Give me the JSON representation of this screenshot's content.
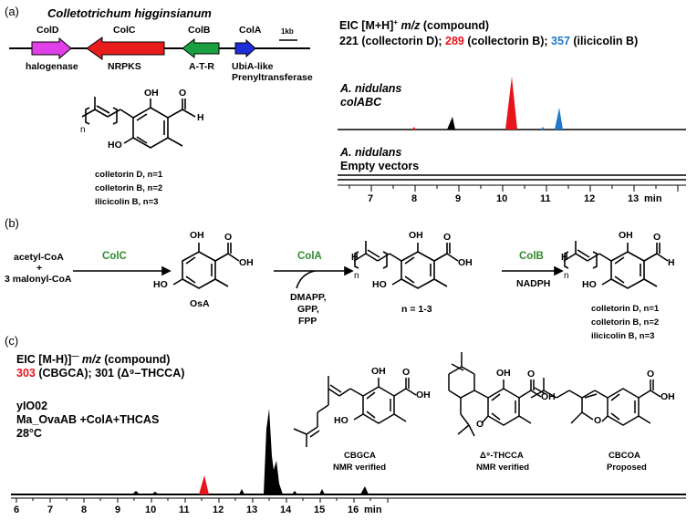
{
  "panels": {
    "a": "(a)",
    "b": "(b)",
    "c": "(c)"
  },
  "gene_cluster": {
    "organism": "Colletotrichum  higginsianum",
    "scale": "1kb",
    "genes": [
      {
        "name": "ColD",
        "function": "halogenase",
        "color": "#e040e8"
      },
      {
        "name": "ColC",
        "function": "NRPKS",
        "color": "#e81c1c"
      },
      {
        "name": "ColB",
        "function": "A-T-R",
        "color": "#1aa040"
      },
      {
        "name": "ColA",
        "function": "UbiA-like",
        "function2": "Prenyltransferase",
        "color": "#1c2ed8"
      }
    ]
  },
  "structure_a": {
    "sub": "n",
    "atoms": {
      "oh": "OH",
      "o": "O",
      "h": "H",
      "ho": "HO"
    },
    "labels": [
      "colletorin D, n=1",
      "colletorin B, n=2",
      "ilicicolin B,   n=3"
    ]
  },
  "eic_a": {
    "title_pre": "EIC [M+H]",
    "title_sup": "+",
    "title_mz": "m/z",
    "title_post": "(compound)",
    "legend_1": "221 (collectorin D);",
    "legend_2_num": "289",
    "legend_2_name": "(collectorin B);",
    "legend_3_num": "357",
    "legend_3_name": "(ilicicolin B)",
    "trace1_name": "A. nidulans",
    "trace1_sub": "colABC",
    "trace2_name": "A. nidulans",
    "trace2_sub": "Empty vectors",
    "x_ticks": [
      "7",
      "8",
      "9",
      "10",
      "11",
      "12",
      "13"
    ],
    "x_unit": "min",
    "colors": {
      "black": "#000000",
      "red": "#e8141c",
      "blue": "#1f78c8"
    }
  },
  "pathway_b": {
    "substrate_1": "acetyl-CoA",
    "plus": "+",
    "substrate_2": "3 malonyl-CoA",
    "enzyme_1": "ColC",
    "intermediate_1": "OsA",
    "enzyme_2": "ColA",
    "cofactors_2": [
      "DMAPP,",
      "GPP,",
      "FPP"
    ],
    "intermediate_2": "n = 1-3",
    "enzyme_3": "ColB",
    "cofactor_3": "NADPH",
    "atoms": {
      "oh": "OH",
      "o": "O",
      "h": "H",
      "ho": "HO",
      "n": "n"
    },
    "products": [
      "colletorin D, n=1",
      "colletorin B, n=2",
      "ilicicolin B,   n=3"
    ]
  },
  "eic_c": {
    "title_pre": "EIC [M-H)]",
    "title_sup": "—",
    "title_mz": "m/z",
    "title_post": "(compound)",
    "line2_num": "303",
    "line2_rest": "(CBGCA); 301 (Δ⁹–THCCA)",
    "strain": "yIO02",
    "construct": "Ma_OvaAB +ColA+THCAS",
    "temp": "28°C",
    "x_ticks": [
      "6",
      "7",
      "8",
      "9",
      "10",
      "11",
      "12",
      "13",
      "14",
      "15",
      "16"
    ],
    "x_unit": "min",
    "compounds": [
      {
        "name": "CBGCA",
        "note": "NMR verified"
      },
      {
        "name": "Δ⁹-THCCA",
        "note": "NMR verified"
      },
      {
        "name": "CBCOA",
        "note": "Proposed"
      }
    ],
    "atoms": {
      "oh": "OH",
      "o": "O",
      "ho": "HO"
    }
  }
}
